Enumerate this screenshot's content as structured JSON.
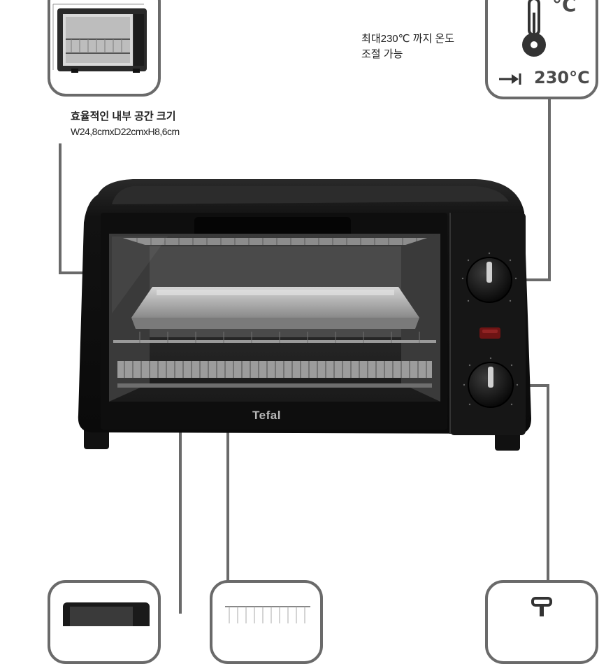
{
  "callouts": {
    "interior": {
      "line1": "효율적인 내부 공간 크기",
      "line2": "W24,8cmxD22cmxH8,6cm"
    },
    "temperature": {
      "line1": "최대230℃ 까지 온도",
      "line2": "조절 가능",
      "unit": "°C",
      "value": "230°C"
    }
  },
  "brand": "Tefal",
  "icons": {
    "top_left": "oven-interior-thumbnail",
    "top_right": "thermometer-icon",
    "bottom_left": "oven-thumbnail",
    "bottom_middle": "rack-thumbnail",
    "bottom_right": "dial-icon"
  },
  "colors": {
    "callout_stroke": "#6a6a6a",
    "oven_body": "#141414",
    "indicator_light": "#8a1a1a"
  }
}
